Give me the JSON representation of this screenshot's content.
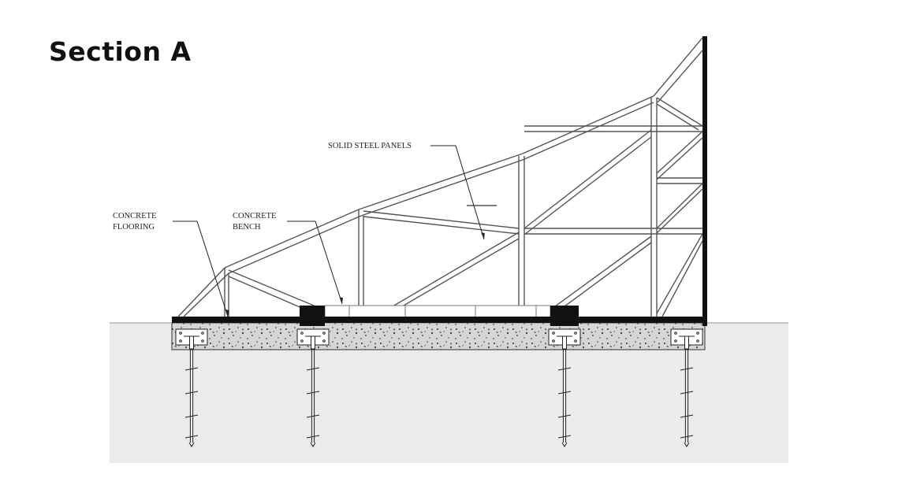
{
  "page": {
    "title": "Section A"
  },
  "labels": {
    "concrete_flooring": [
      "CONCRETE",
      "FLOORING"
    ],
    "concrete_bench": [
      "CONCRETE",
      "BENCH"
    ],
    "solid_steel_panels": "SOLID STEEL PANELS"
  },
  "colors": {
    "ground": "#ebebeb",
    "ground_line": "#9a9a9a",
    "steel_wall": "#111111",
    "concrete_black": "#111111",
    "aggregate": "#cfcfcf"
  }
}
